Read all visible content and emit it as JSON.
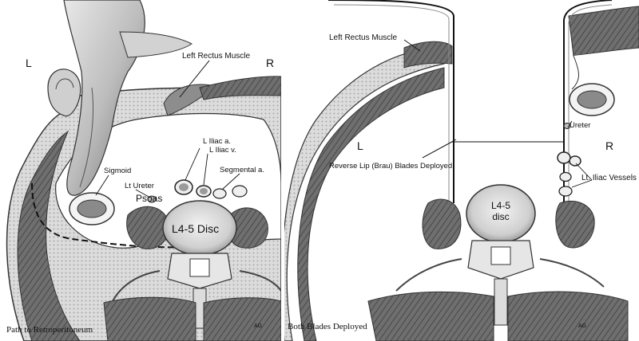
{
  "left_panel": {
    "side_left": "L",
    "side_right": "R",
    "labels": {
      "left_rectus": "Left Rectus Muscle",
      "l_iliac_a": "L Iliac a.",
      "l_iliac_v": "L Iliac v.",
      "segmental": "Segmental a.",
      "sigmoid": "Sigmoid",
      "lt_ureter": "Lt Ureter",
      "psoas": "Psoas",
      "disc": "L4-5 Disc"
    },
    "caption": "Path to Retroperitoneum",
    "signature": "AG"
  },
  "right_panel": {
    "side_left": "L",
    "side_right": "R",
    "labels": {
      "left_rectus": "Left Rectus Muscle",
      "ureter": "Ureter",
      "blades": "Reverse Lip (Brau) Blades Deployed",
      "iliac_vessels": "Lt. Iliac Vessels",
      "disc_top": "L4-5",
      "disc_bottom": "disc"
    },
    "caption": "Both Blades Deployed",
    "signature": "AG"
  }
}
